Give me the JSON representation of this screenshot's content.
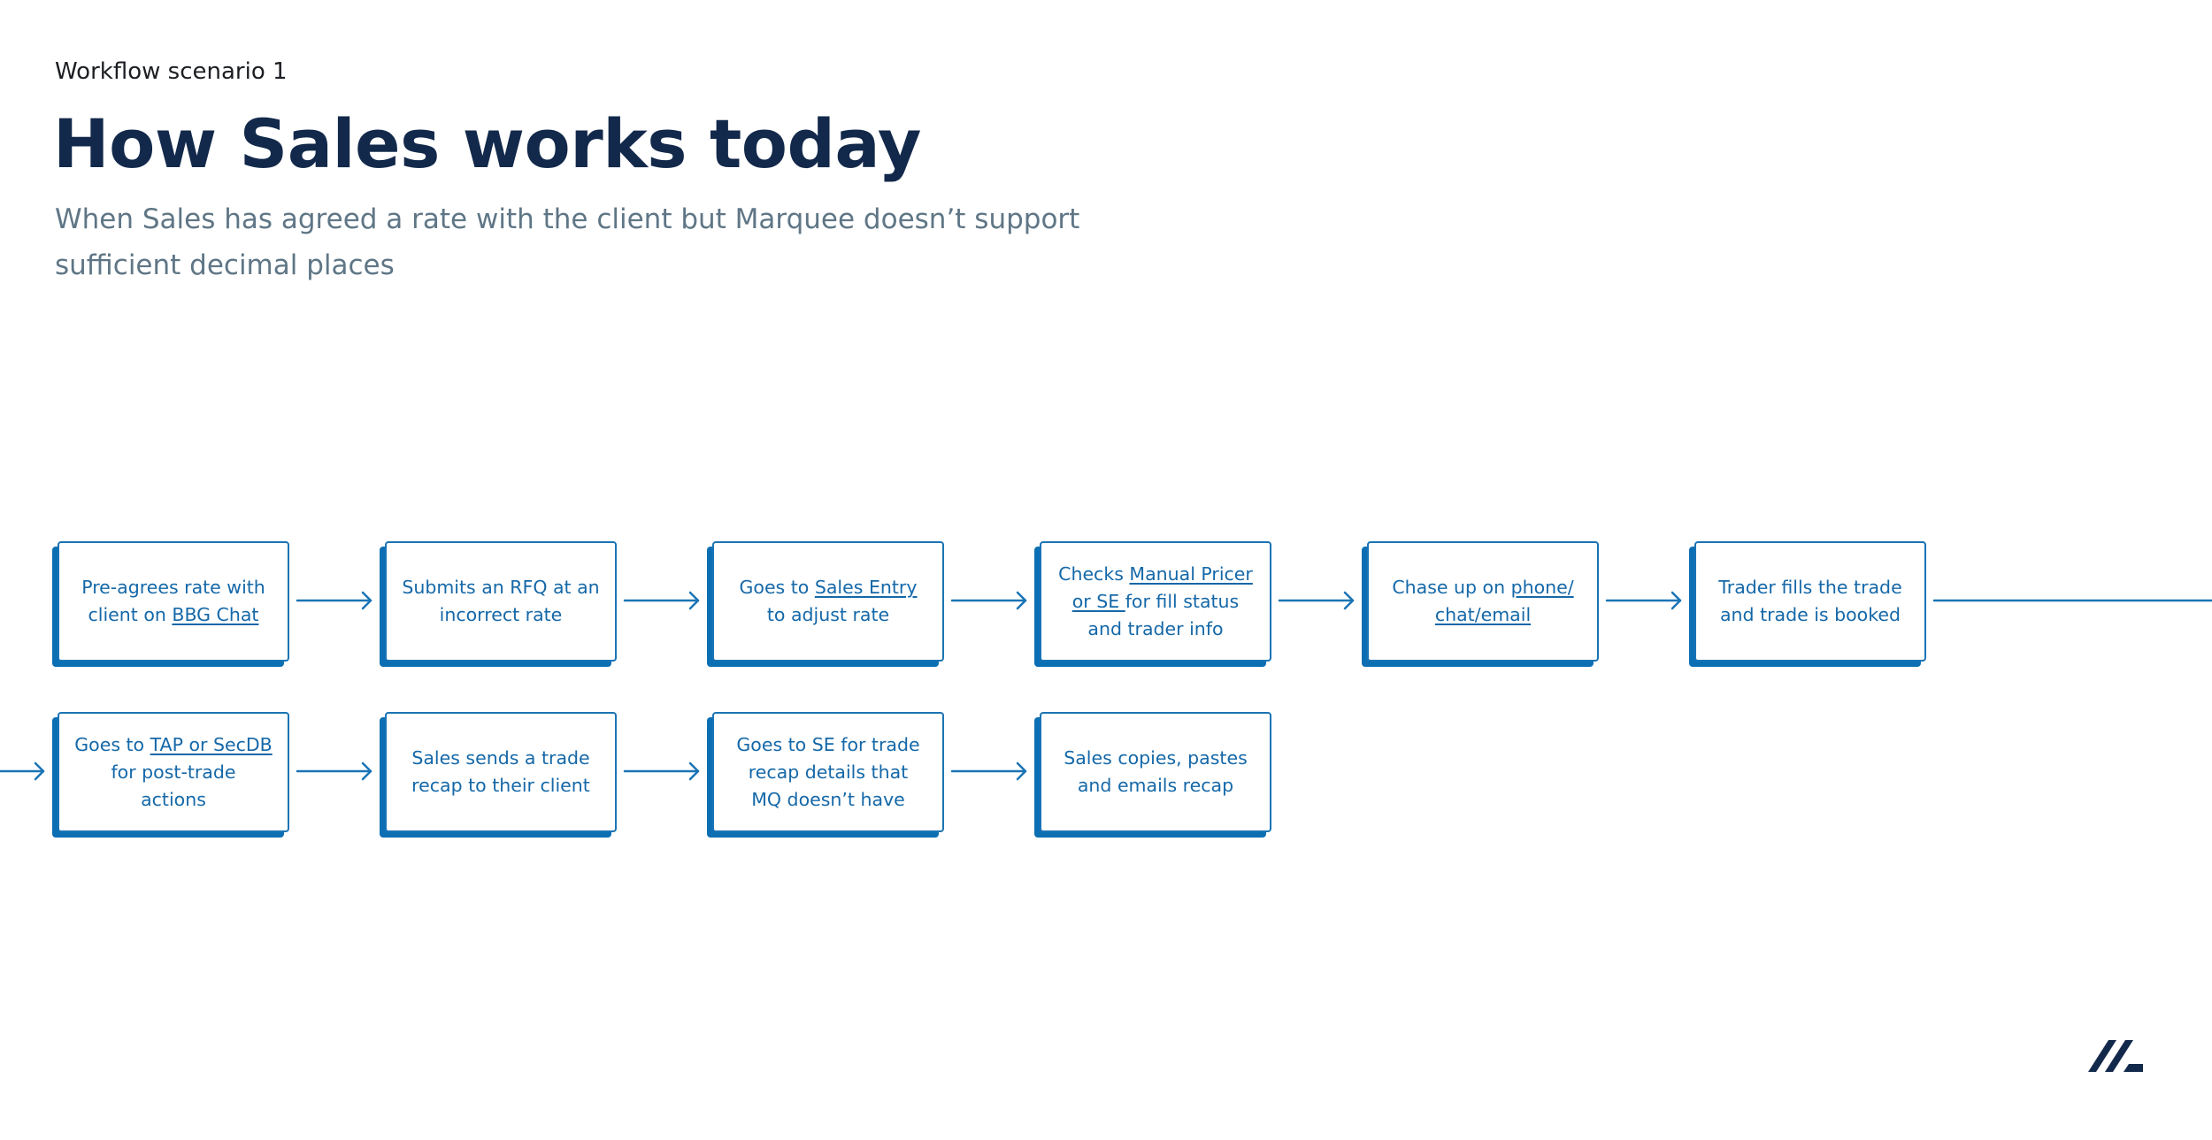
{
  "header": {
    "eyebrow": "Workflow scenario 1",
    "title": "How Sales works today",
    "subtitle": "When Sales has agreed a rate with the client but Marquee doesn’t support sufficient decimal places"
  },
  "steps": [
    {
      "parts": [
        {
          "t": "Pre-agrees rate with"
        },
        {
          "br": true
        },
        {
          "t": "client on "
        },
        {
          "t": "BBG Chat",
          "link": true
        }
      ]
    },
    {
      "parts": [
        {
          "t": "Submits an RFQ at an"
        },
        {
          "br": true
        },
        {
          "t": "incorrect rate"
        }
      ]
    },
    {
      "parts": [
        {
          "t": "Goes to "
        },
        {
          "t": "Sales Entry",
          "link": true
        },
        {
          "br": true
        },
        {
          "t": "to adjust rate"
        }
      ]
    },
    {
      "parts": [
        {
          "t": "Checks "
        },
        {
          "t": "Manual Pricer",
          "link": true
        },
        {
          "br": true
        },
        {
          "t": "or SE ",
          "link": true
        },
        {
          "t": "for fill status"
        },
        {
          "br": true
        },
        {
          "t": "and trader info"
        }
      ]
    },
    {
      "parts": [
        {
          "t": "Chase up on "
        },
        {
          "t": "phone/",
          "link": true
        },
        {
          "br": true
        },
        {
          "t": "chat/email",
          "link": true
        }
      ]
    },
    {
      "parts": [
        {
          "t": "Trader fills the trade"
        },
        {
          "br": true
        },
        {
          "t": "and trade is booked"
        }
      ]
    },
    {
      "parts": [
        {
          "t": "Goes to "
        },
        {
          "t": "TAP or SecDB",
          "link": true
        },
        {
          "br": true
        },
        {
          "t": "for post-trade"
        },
        {
          "br": true
        },
        {
          "t": "actions"
        }
      ]
    },
    {
      "parts": [
        {
          "t": "Sales sends a trade"
        },
        {
          "br": true
        },
        {
          "t": "recap to their client"
        }
      ]
    },
    {
      "parts": [
        {
          "t": "Goes to SE for trade"
        },
        {
          "br": true
        },
        {
          "t": "recap details that"
        },
        {
          "br": true
        },
        {
          "t": "MQ doesn’t have"
        }
      ]
    },
    {
      "parts": [
        {
          "t": "Sales copies, pastes"
        },
        {
          "br": true
        },
        {
          "t": "and emails recap"
        }
      ]
    }
  ],
  "colors": {
    "title": "#13294b",
    "subtitle": "#5f7686",
    "accent": "#1a74b5",
    "shadow": "#0c6fb3",
    "step_text": "#1568a8"
  },
  "logo": {
    "icon": "double-slash-logo-icon"
  }
}
